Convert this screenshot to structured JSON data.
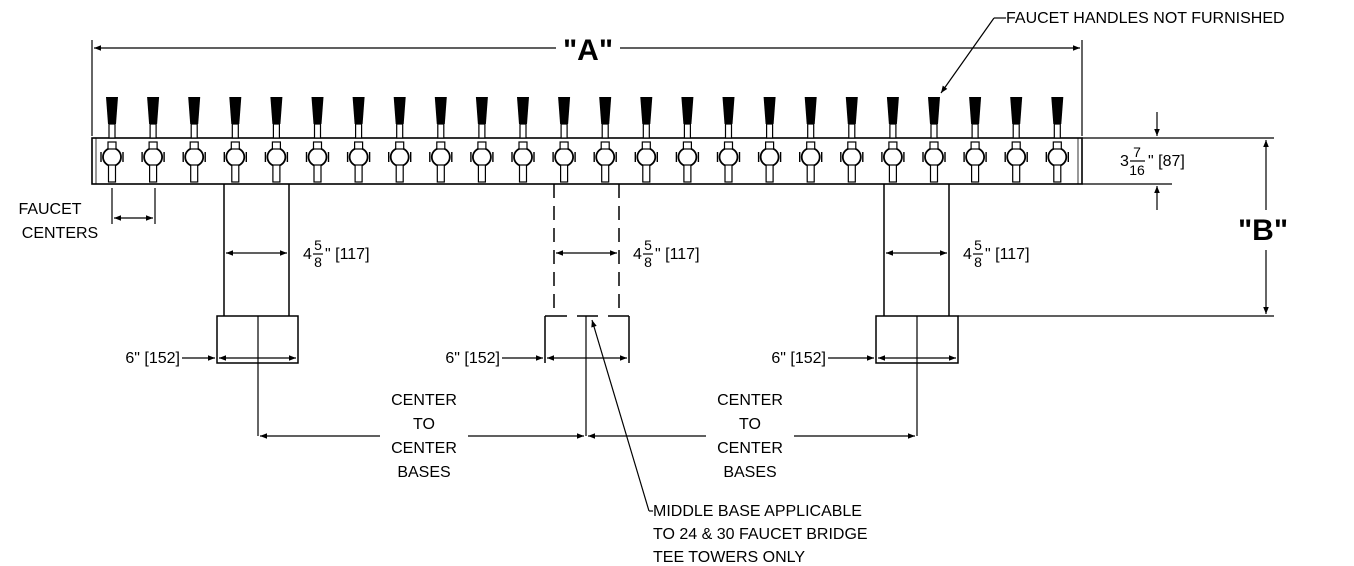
{
  "dimension_a": "\"A\"",
  "dimension_b": "\"B\"",
  "callout_handles": "FAUCET HANDLES NOT FURNISHED",
  "faucet_centers": [
    "FAUCET",
    "CENTERS"
  ],
  "height_dim": {
    "whole": "3",
    "num": "7",
    "den": "16",
    "suffix": "\" [87]"
  },
  "column_dim": {
    "whole": "4",
    "num": "5",
    "den": "8",
    "suffix": "\" [117]"
  },
  "base_dim": "6\" [152]",
  "center_bases": [
    "CENTER",
    "TO",
    "CENTER",
    "BASES"
  ],
  "middle_note": [
    "MIDDLE BASE APPLICABLE",
    "TO 24 & 30 FAUCET BRIDGE",
    "TEE TOWERS ONLY"
  ],
  "faucet_count": 24
}
